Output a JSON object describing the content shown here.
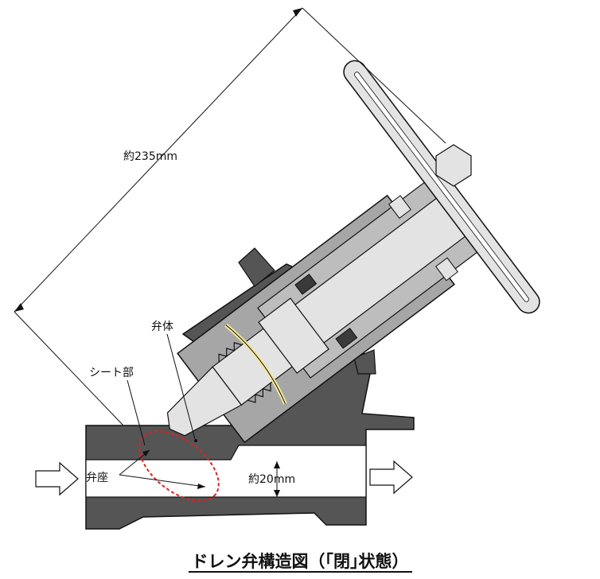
{
  "dimensions": {
    "overall_length": "約235mm",
    "bore_diameter": "約20mm"
  },
  "labels": {
    "valve_body": "弁体",
    "seat_part": "シート部",
    "valve_seat": "弁座"
  },
  "caption": "ドレン弁構造図（｢閉｣状態）",
  "colors": {
    "body_dark": "#555555",
    "bonnet_mid": "#a6a6a6",
    "stem_light": "#e3e3e3",
    "knurl": "#3a3a3a",
    "gasket": "#f2e79a",
    "highlight_ring": "#e02020"
  }
}
